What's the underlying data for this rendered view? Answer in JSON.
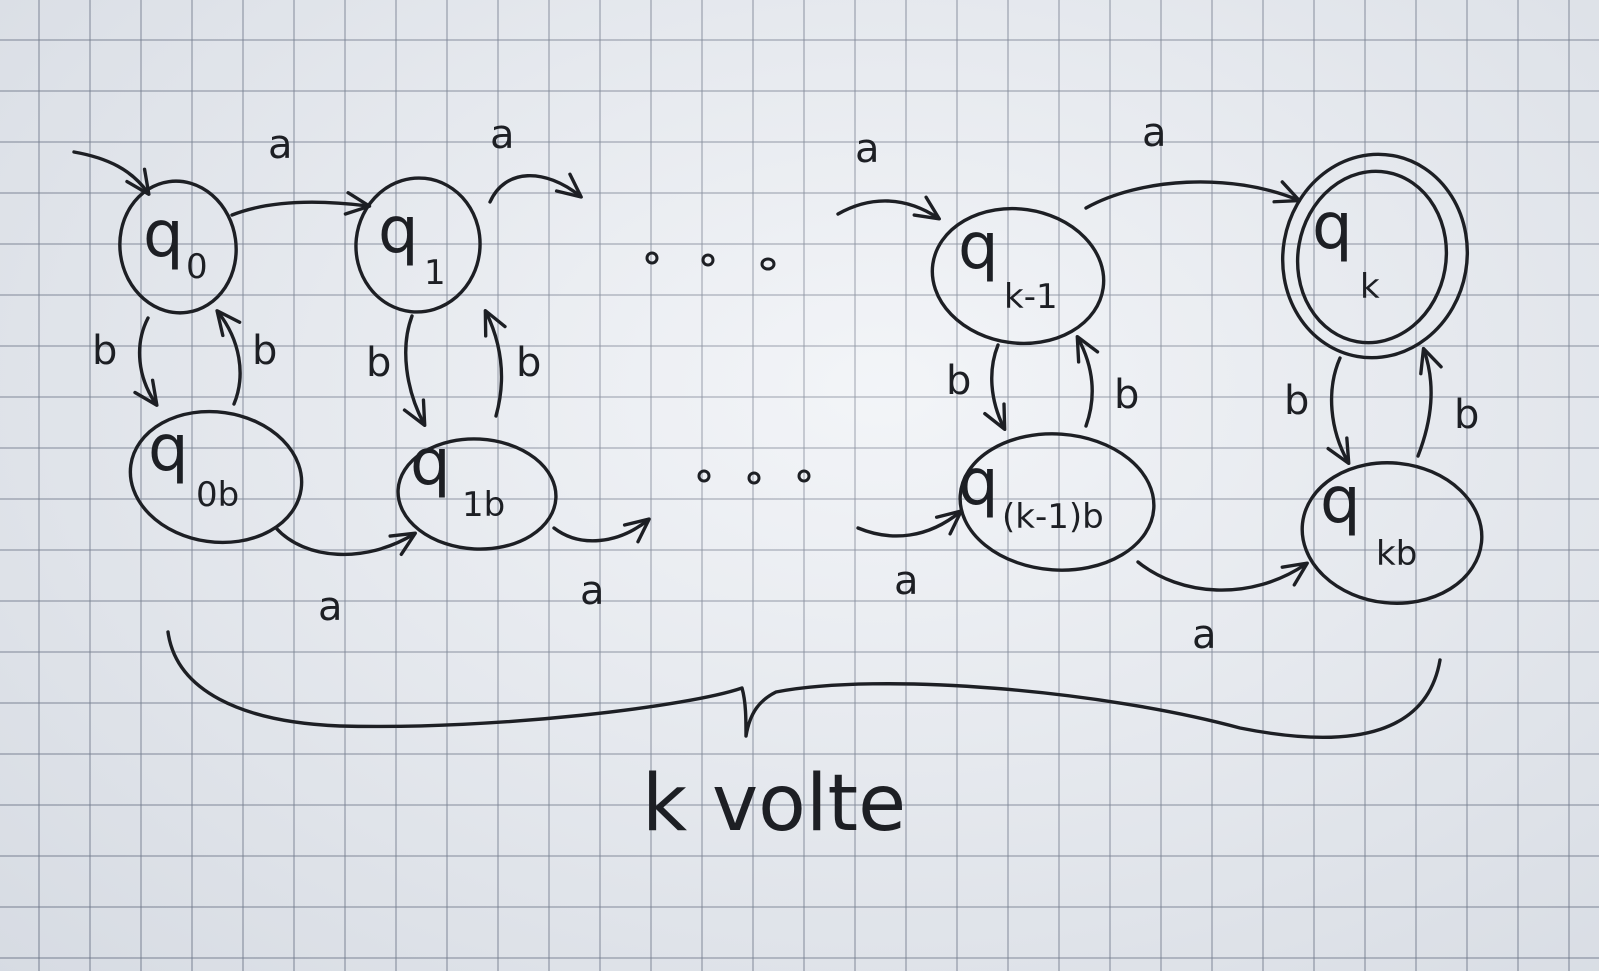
{
  "states": [
    {
      "id": "q0",
      "main": "q",
      "sub": "0"
    },
    {
      "id": "q1",
      "main": "q",
      "sub": "1"
    },
    {
      "id": "qk-1",
      "main": "q",
      "sub": "k-1"
    },
    {
      "id": "qk",
      "main": "q",
      "sub": "k"
    },
    {
      "id": "q0b",
      "main": "q",
      "sub": "0b"
    },
    {
      "id": "q1b",
      "main": "q",
      "sub": "1b"
    },
    {
      "id": "qk-1b",
      "main": "q",
      "sub": "(k-1)b"
    },
    {
      "id": "qkb",
      "main": "q",
      "sub": "kb"
    }
  ],
  "accepting_state": "qk",
  "initial_state": "q0",
  "transitions": [
    {
      "from": "q0",
      "to": "q1",
      "symbol": "a"
    },
    {
      "from": "q1",
      "to": "ellipsis-top",
      "symbol": "a"
    },
    {
      "from": "ellipsis-top",
      "to": "qk-1",
      "symbol": "a"
    },
    {
      "from": "qk-1",
      "to": "qk",
      "symbol": "a"
    },
    {
      "from": "q0",
      "to": "q0b",
      "symbol": "b"
    },
    {
      "from": "q0b",
      "to": "q0",
      "symbol": "b"
    },
    {
      "from": "q1",
      "to": "q1b",
      "symbol": "b"
    },
    {
      "from": "q1b",
      "to": "q1",
      "symbol": "b"
    },
    {
      "from": "qk-1",
      "to": "qk-1b",
      "symbol": "b"
    },
    {
      "from": "qk-1b",
      "to": "qk-1",
      "symbol": "b"
    },
    {
      "from": "qk",
      "to": "qkb",
      "symbol": "b"
    },
    {
      "from": "qkb",
      "to": "qk",
      "symbol": "b"
    },
    {
      "from": "q0b",
      "to": "q1b",
      "symbol": "a"
    },
    {
      "from": "q1b",
      "to": "ellipsis-bottom",
      "symbol": "a"
    },
    {
      "from": "ellipsis-bottom",
      "to": "qk-1b",
      "symbol": "a"
    },
    {
      "from": "qk-1b",
      "to": "qkb",
      "symbol": "a"
    }
  ],
  "ellipsis": "• • •",
  "brace_label": "k volte"
}
